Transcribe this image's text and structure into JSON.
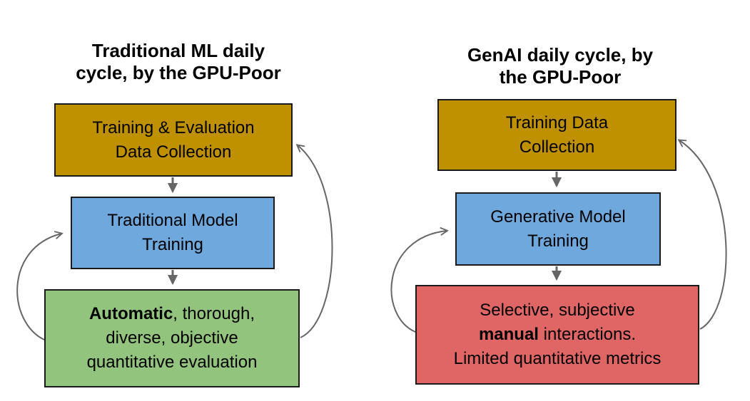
{
  "colors": {
    "background": "#FFFFFF",
    "box_border": "#1A1A1A",
    "arrow": "#666666",
    "text": "#000000",
    "data_collection_fill": "#BF9000",
    "model_training_fill": "#6FA8DC",
    "automatic_eval_fill": "#93C47D",
    "manual_eval_fill": "#E06666"
  },
  "diagrams": [
    {
      "id": "traditional-ml",
      "title_lines": [
        "Traditional ML daily",
        "cycle, by the GPU-Poor"
      ],
      "boxes": [
        {
          "role": "data-collection",
          "fill": "#BF9000",
          "lines": [
            [
              {
                "t": "Training & Evaluation"
              }
            ],
            [
              {
                "t": "Data Collection"
              }
            ]
          ]
        },
        {
          "role": "model-training",
          "fill": "#6FA8DC",
          "lines": [
            [
              {
                "t": "Traditional Model"
              }
            ],
            [
              {
                "t": "Training"
              }
            ]
          ]
        },
        {
          "role": "evaluation",
          "fill": "#93C47D",
          "lines": [
            [
              {
                "t": "Automatic",
                "b": true
              },
              {
                "t": ", thorough,"
              }
            ],
            [
              {
                "t": "diverse, objective"
              }
            ],
            [
              {
                "t": "quantitative evaluation"
              }
            ]
          ]
        }
      ]
    },
    {
      "id": "genai",
      "title_lines": [
        "GenAI daily cycle, by",
        "the GPU-Poor"
      ],
      "boxes": [
        {
          "role": "data-collection",
          "fill": "#BF9000",
          "lines": [
            [
              {
                "t": "Training Data"
              }
            ],
            [
              {
                "t": "Collection"
              }
            ]
          ]
        },
        {
          "role": "model-training",
          "fill": "#6FA8DC",
          "lines": [
            [
              {
                "t": "Generative Model"
              }
            ],
            [
              {
                "t": "Training"
              }
            ]
          ]
        },
        {
          "role": "evaluation",
          "fill": "#E06666",
          "lines": [
            [
              {
                "t": "Selective, subjective"
              }
            ],
            [
              {
                "t": "manual",
                "b": true
              },
              {
                "t": " interactions."
              }
            ],
            [
              {
                "t": "Limited quantitative metrics"
              }
            ]
          ]
        }
      ]
    }
  ]
}
